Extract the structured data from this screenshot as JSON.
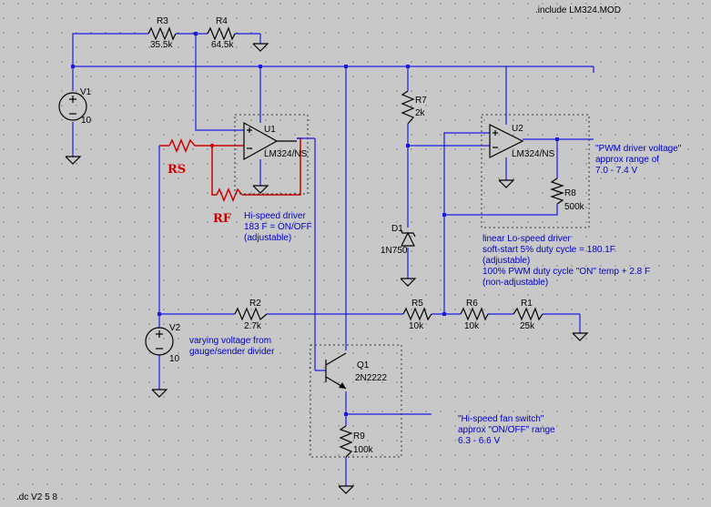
{
  "directives": {
    "include": ".include LM324.MOD",
    "dc_sweep": ".dc V2 5 8"
  },
  "components": {
    "R3": {
      "name": "R3",
      "value": "35.5k"
    },
    "R4": {
      "name": "R4",
      "value": "64.5k"
    },
    "R7": {
      "name": "R7",
      "value": "2k"
    },
    "R2": {
      "name": "R2",
      "value": "2.7k"
    },
    "R5": {
      "name": "R5",
      "value": "10k"
    },
    "R6": {
      "name": "R6",
      "value": "10k"
    },
    "R1": {
      "name": "R1",
      "value": "25k"
    },
    "R8": {
      "name": "R8",
      "value": "500k"
    },
    "R9": {
      "name": "R9",
      "value": "100k"
    },
    "V1": {
      "name": "V1",
      "value": "10"
    },
    "V2": {
      "name": "V2",
      "value": "10"
    },
    "U1": {
      "name": "U1",
      "value": "LM324/NS"
    },
    "U2": {
      "name": "U2",
      "value": "LM324/NS"
    },
    "D1": {
      "name": "D1",
      "value": "1N750"
    },
    "Q1": {
      "name": "Q1",
      "value": "2N2222"
    }
  },
  "markers": {
    "rs": "RS",
    "rf": "RF"
  },
  "notes": {
    "hi_speed": [
      "Hi-speed driver",
      "183 F = ON/OFF",
      "(adjustable)"
    ],
    "lo_speed": [
      "linear Lo-speed driver",
      "soft-start 5% duty cycle = 180.1F",
      "(adjustable)",
      "100% PWM duty cycle \"ON\" temp + 2.8 F",
      "(non-adjustable)"
    ],
    "pwm": [
      "\"PWM driver voltage\"",
      "approx range of",
      "7.0 - 7.4 V"
    ],
    "varying": [
      "varying voltage from",
      "gauge/sender divider"
    ],
    "fan_switch": [
      "\"Hi-speed fan switch\"",
      "approx \"ON/OFF\" range",
      "6.3 - 6.6 V"
    ]
  },
  "colors": {
    "background": "#c8c8c8",
    "wire": "#1a1ae6",
    "note_text": "#0000c8",
    "highlight": "#cc0000"
  }
}
